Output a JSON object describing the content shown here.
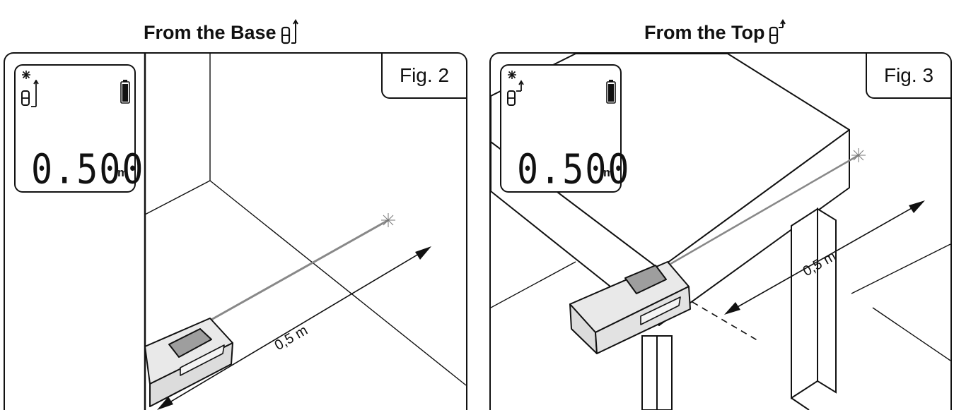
{
  "headings": {
    "base": "From the Base",
    "top": "From the Top",
    "base_icon": "reference-base-icon",
    "top_icon": "reference-top-icon"
  },
  "figures": [
    {
      "label": "Fig. 2",
      "display": {
        "value": "0.500",
        "unit": "m",
        "reference_icon": "reference-base-icon",
        "laser_icon": "laser-icon",
        "battery_icon": "battery-icon"
      },
      "dimension": "0,5 m"
    },
    {
      "label": "Fig. 3",
      "display": {
        "value": "0.500",
        "unit": "m",
        "reference_icon": "reference-top-icon",
        "laser_icon": "laser-icon",
        "battery_icon": "battery-icon"
      },
      "dimension": "0,5 m"
    }
  ],
  "colors": {
    "line": "#111111",
    "device": "#e6e6e6",
    "screen": "#9e9e9e",
    "laser": "#888888"
  }
}
